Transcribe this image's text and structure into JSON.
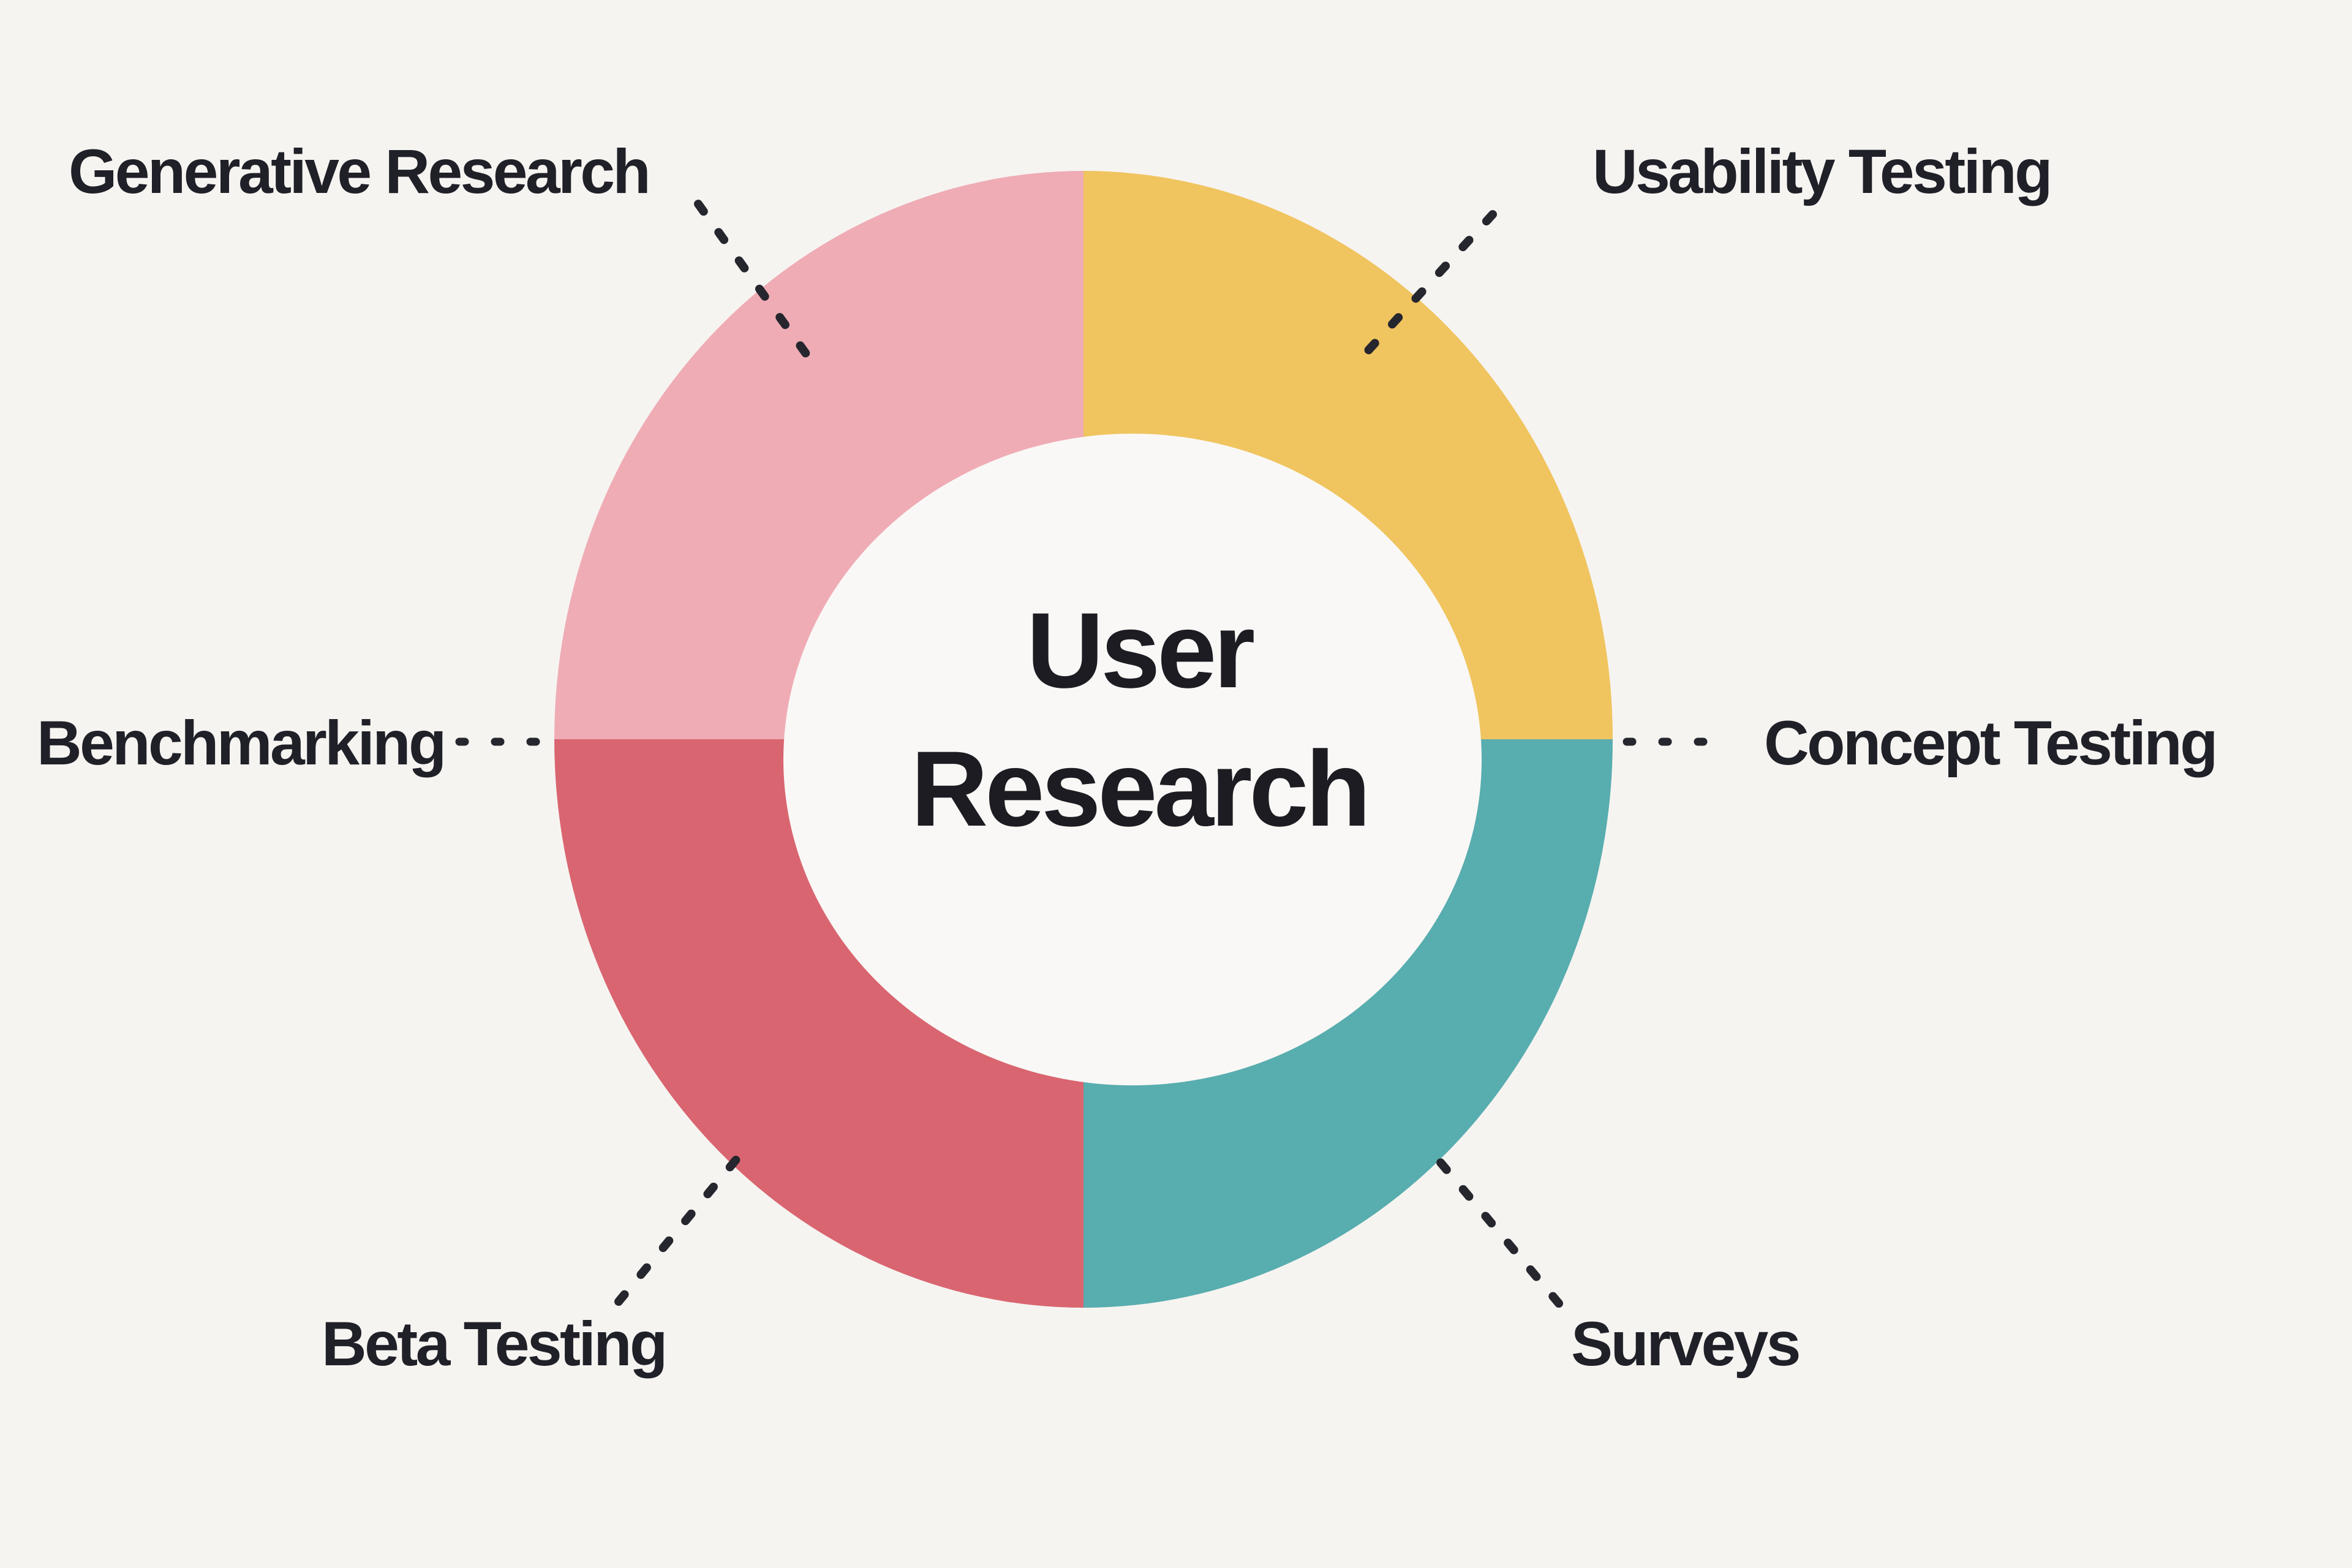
{
  "figure": {
    "center": {
      "line1": "User",
      "line2": "Research"
    }
  },
  "labels": {
    "generative": "Generative Research",
    "usability": "Usability Testing",
    "benchmarking": "Benchmarking",
    "concept": "Concept Testing",
    "beta": "Beta Testing",
    "surveys": "Surveys"
  },
  "colors": {
    "background": "#F6F4F1",
    "hole": "#FAF8F6",
    "pink": "#EFACB5",
    "yellow": "#F0C45F",
    "teal": "#58ADAF",
    "red": "#D96570",
    "dash": "#26262E",
    "text": "#202028"
  },
  "chart_data": {
    "type": "pie",
    "variant": "donut",
    "title": "User Research",
    "categories": [
      "Generative Research",
      "Usability Testing",
      "Surveys",
      "Beta Testing"
    ],
    "values": [
      25,
      25,
      25,
      25
    ],
    "segment_colors": [
      "#EFACB5",
      "#F0C45F",
      "#58ADAF",
      "#D96570"
    ],
    "segment_positions": [
      "top-left",
      "top-right",
      "bottom-right",
      "bottom-left"
    ],
    "boundary_labels": [
      {
        "label": "Benchmarking",
        "position": "left",
        "between": [
          "Generative Research",
          "Beta Testing"
        ]
      },
      {
        "label": "Concept Testing",
        "position": "right",
        "between": [
          "Usability Testing",
          "Surveys"
        ]
      }
    ],
    "legend_position": "none",
    "grid": false
  }
}
